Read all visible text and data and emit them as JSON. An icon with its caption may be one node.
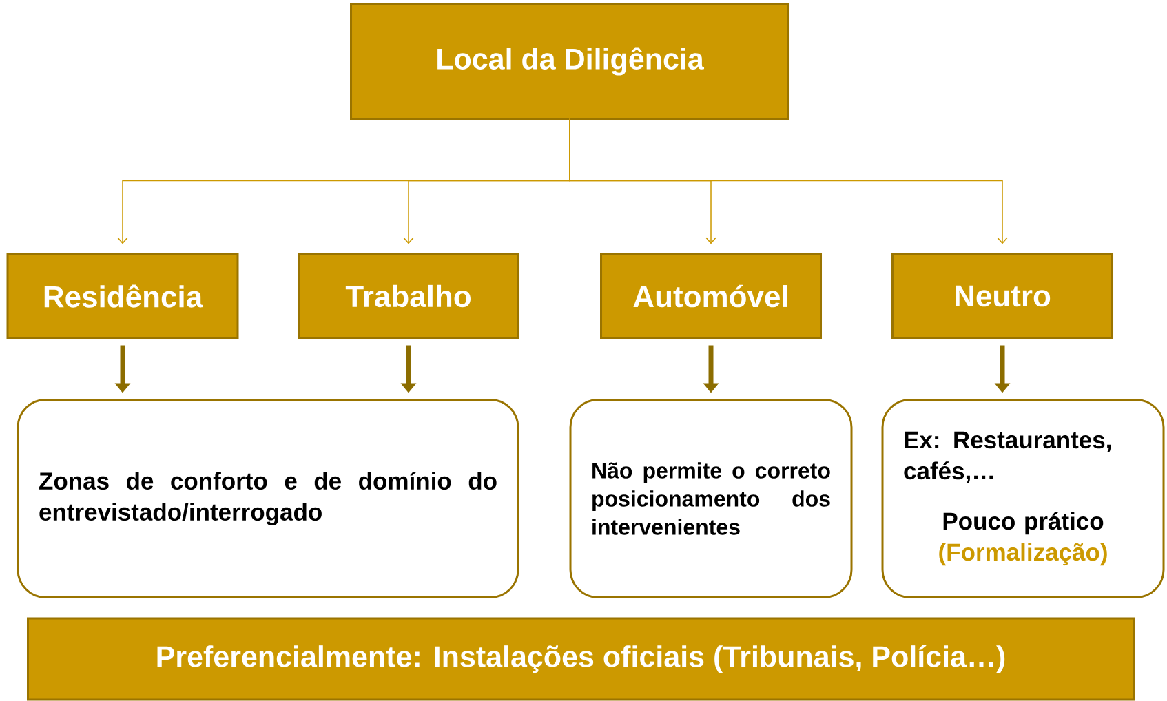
{
  "diagram": {
    "nodes": [
      {
        "text": [
          "Local da Diligência"
        ]
      },
      {
        "text": [
          "Residência"
        ]
      },
      {
        "text": [
          "Trabalho"
        ]
      },
      {
        "text": [
          "Automóvel"
        ]
      },
      {
        "text": [
          "Neutro"
        ]
      },
      {
        "text": [
          "Zonas de conforto e de domínio do entrevistado/interrogado"
        ]
      },
      {
        "text": [
          "Não permite o correto posicionamento dos intervenientes"
        ]
      },
      {
        "text": [
          "Ex: Restaurantes, cafés,…",
          "Pouco prático",
          "(Formalização)"
        ]
      },
      {
        "text": [
          "Preferencialmente: Instalações oficiais (Tribunais, Polícia…)"
        ]
      }
    ],
    "edges": [
      {
        "from": 0,
        "to": 1,
        "arrow": "to"
      },
      {
        "from": 0,
        "to": 2,
        "arrow": "to"
      },
      {
        "from": 0,
        "to": 3,
        "arrow": "to"
      },
      {
        "from": 0,
        "to": 4,
        "arrow": "to"
      },
      {
        "from": 1,
        "to": 5,
        "arrow": "to",
        "style": "thick"
      },
      {
        "from": 2,
        "to": 5,
        "arrow": "to",
        "style": "thick"
      },
      {
        "from": 3,
        "to": 6,
        "arrow": "to",
        "style": "thick"
      },
      {
        "from": 4,
        "to": 7,
        "arrow": "to",
        "style": "thick"
      }
    ]
  }
}
